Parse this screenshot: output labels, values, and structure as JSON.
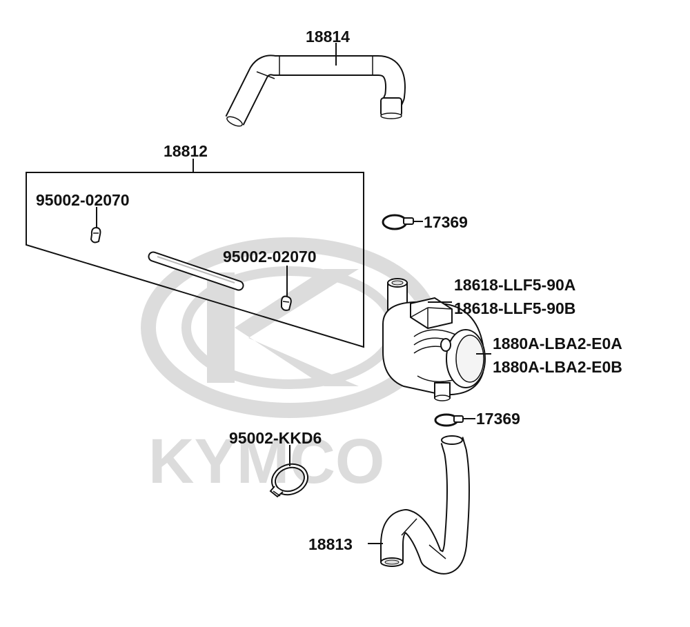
{
  "diagram": {
    "watermark_text": "KYMCO",
    "colors": {
      "watermark": "#dcdcdc",
      "line": "#111111",
      "part_fill": "#ffffff",
      "part_shade": "#cfcfcf"
    },
    "labels": {
      "hose_upper": "18814",
      "kit": "18812",
      "clip_a": "95002-02070",
      "clip_b": "95002-02070",
      "clamp_upper": "17369",
      "valve_a": "18618-LLF5-90A",
      "valve_b": "18618-LLF5-90B",
      "cap_a": "1880A-LBA2-E0A",
      "cap_b": "1880A-LBA2-E0B",
      "clamp_lower": "17369",
      "band_clamp": "95002-KKD6",
      "hose_lower": "18813"
    }
  }
}
